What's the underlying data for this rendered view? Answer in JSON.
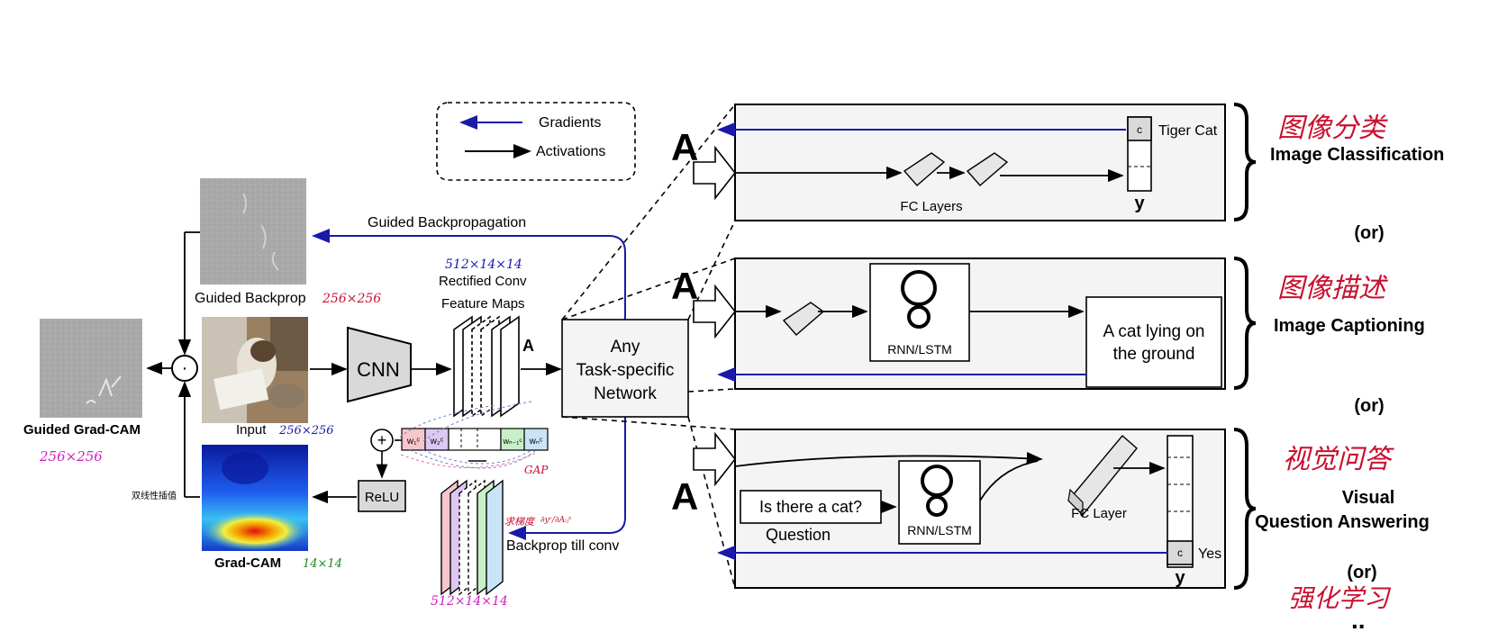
{
  "legend": {
    "gradients": "Gradients",
    "activations": "Activations"
  },
  "left": {
    "guided_backprop_title": "Guided Backpropagation",
    "guided_backprop_label": "Guided Backprop",
    "guided_backprop_size": "256×256",
    "input_label": "Input",
    "input_size": "256×256",
    "guided_gradcam_label": "Guided Grad-CAM",
    "guided_gradcam_size": "256×256",
    "gradcam_label": "Grad-CAM",
    "gradcam_size": "14×14",
    "bilinear_note": "双线性插值",
    "cnn": "CNN",
    "relu": "ReLU",
    "feature_size": "512×14×14",
    "rectified_line1": "Rectified Conv",
    "rectified_line2": "Feature Maps",
    "a_label": "A",
    "weights": [
      "w₁ᶜ",
      "w₂ᶜ",
      "wₙ₋₁ᶜ",
      "wₙᶜ"
    ],
    "gap": "GAP",
    "grad_note": "求梯度",
    "grad_formula": "∂yᶜ/∂Aᵢⱼᵏ",
    "backprop_till_conv": "Backprop till conv",
    "grad_stack_size": "512×14×14",
    "plus": "+",
    "dot": "·"
  },
  "network": {
    "line1": "Any",
    "line2": "Task-specific",
    "line3": "Network"
  },
  "tasks": [
    {
      "a": "A",
      "title": "Image Classification",
      "cn": "图像分类",
      "c": "c",
      "output": "Tiger Cat",
      "y": "y",
      "fc": "FC Layers"
    },
    {
      "a": "A",
      "title": "Image Captioning",
      "cn": "图像描述",
      "rnn": "RNN/LSTM",
      "caption_line1": "A cat lying on",
      "caption_line2": "the ground"
    },
    {
      "a": "A",
      "title_line1": "Visual",
      "title_line2": "Question Answering",
      "cn": "视觉问答",
      "question_box": "Is there a cat?",
      "question_label": "Question",
      "rnn": "RNN/LSTM",
      "fc": "FC Layer",
      "c": "c",
      "output": "Yes",
      "y": "y"
    }
  ],
  "or_labels": [
    "(or)",
    "(or)",
    "(or)"
  ],
  "rl_note": "强化学习",
  "ellipsis": "..",
  "colors": {
    "gradient": "#1a1aa8",
    "activation": "#000000",
    "annotation_red": "#c8102e",
    "annotation_blue": "#1a1aa8",
    "annotation_magenta": "#d020c0",
    "annotation_green": "#1a8a1a"
  }
}
